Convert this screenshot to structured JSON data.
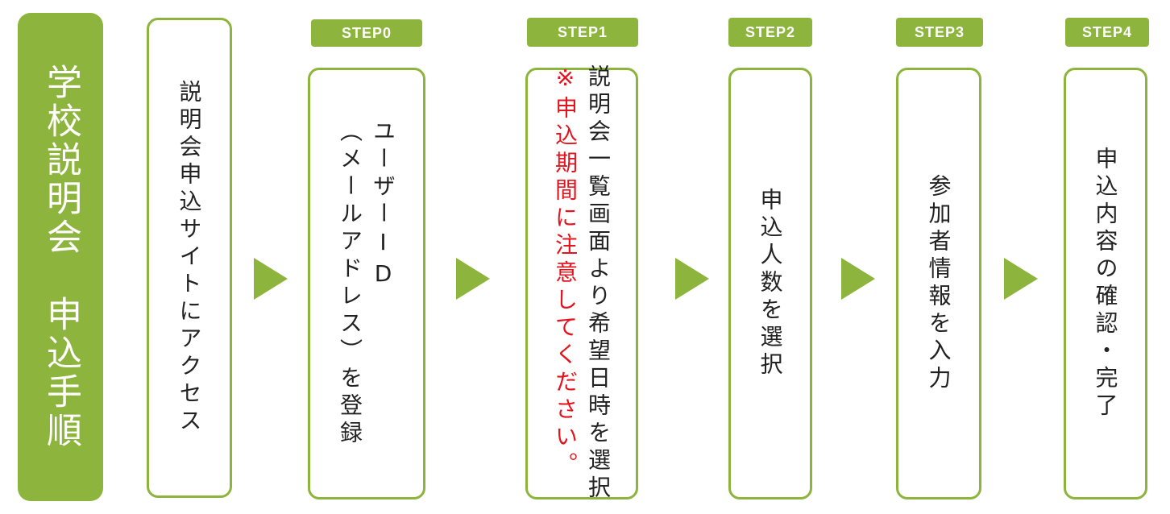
{
  "colors": {
    "accent": "#8db43c",
    "note_red": "#e3141e"
  },
  "title": "学校説明会　申込手順",
  "intro": {
    "text": "説明会申込サイトにアクセス"
  },
  "steps": [
    {
      "label": "STEP0",
      "lines": [
        "ユーザーID",
        "（メールアドレス）を登録"
      ]
    },
    {
      "label": "STEP1",
      "lines": [
        "説明会一覧画面より希望日時を選択"
      ],
      "note": "※申込期間に注意してください。"
    },
    {
      "label": "STEP2",
      "lines": [
        "申込人数を選択"
      ]
    },
    {
      "label": "STEP3",
      "lines": [
        "参加者情報を入力"
      ]
    },
    {
      "label": "STEP4",
      "lines": [
        "申込内容の確認・完了"
      ]
    }
  ],
  "arrow_icon": "triangle-right-icon"
}
